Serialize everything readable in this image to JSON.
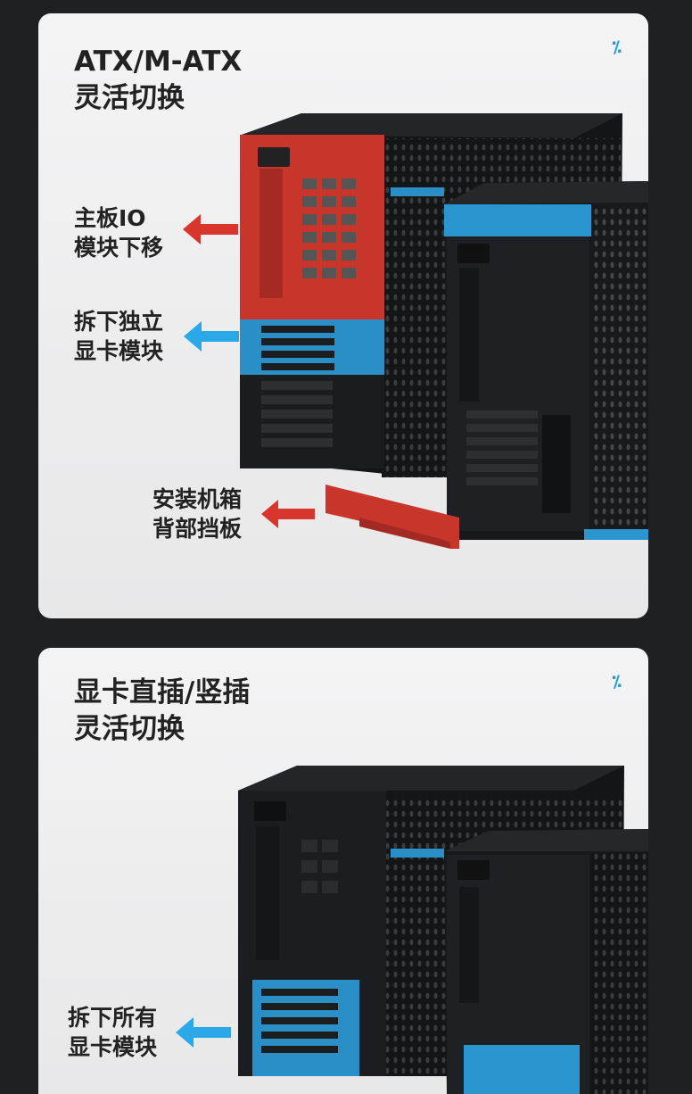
{
  "card1": {
    "title_line1": "ATX/M-ATX",
    "title_line2": "灵活切换",
    "logo": "⁒",
    "labels": [
      {
        "line1": "主板IO",
        "line2": "模块下移",
        "arrow_color": "#d8362c"
      },
      {
        "line1": "拆下独立",
        "line2": "显卡模块",
        "arrow_color": "#2aa8e8"
      },
      {
        "line1": "安装机箱",
        "line2": "背部挡板",
        "arrow_color": "#d8362c"
      }
    ]
  },
  "card2": {
    "title_line1": "显卡直插/竖插",
    "title_line2": "灵活切换",
    "logo": "⁒",
    "labels": [
      {
        "line1": "拆下所有",
        "line2": "显卡模块",
        "arrow_color": "#2aa8e8"
      }
    ]
  },
  "colors": {
    "background": "#1f2021",
    "card": "#f0f0f1",
    "case_black": "#1b1c1e",
    "accent_red": "#d8362c",
    "accent_blue": "#2aa8e8"
  }
}
